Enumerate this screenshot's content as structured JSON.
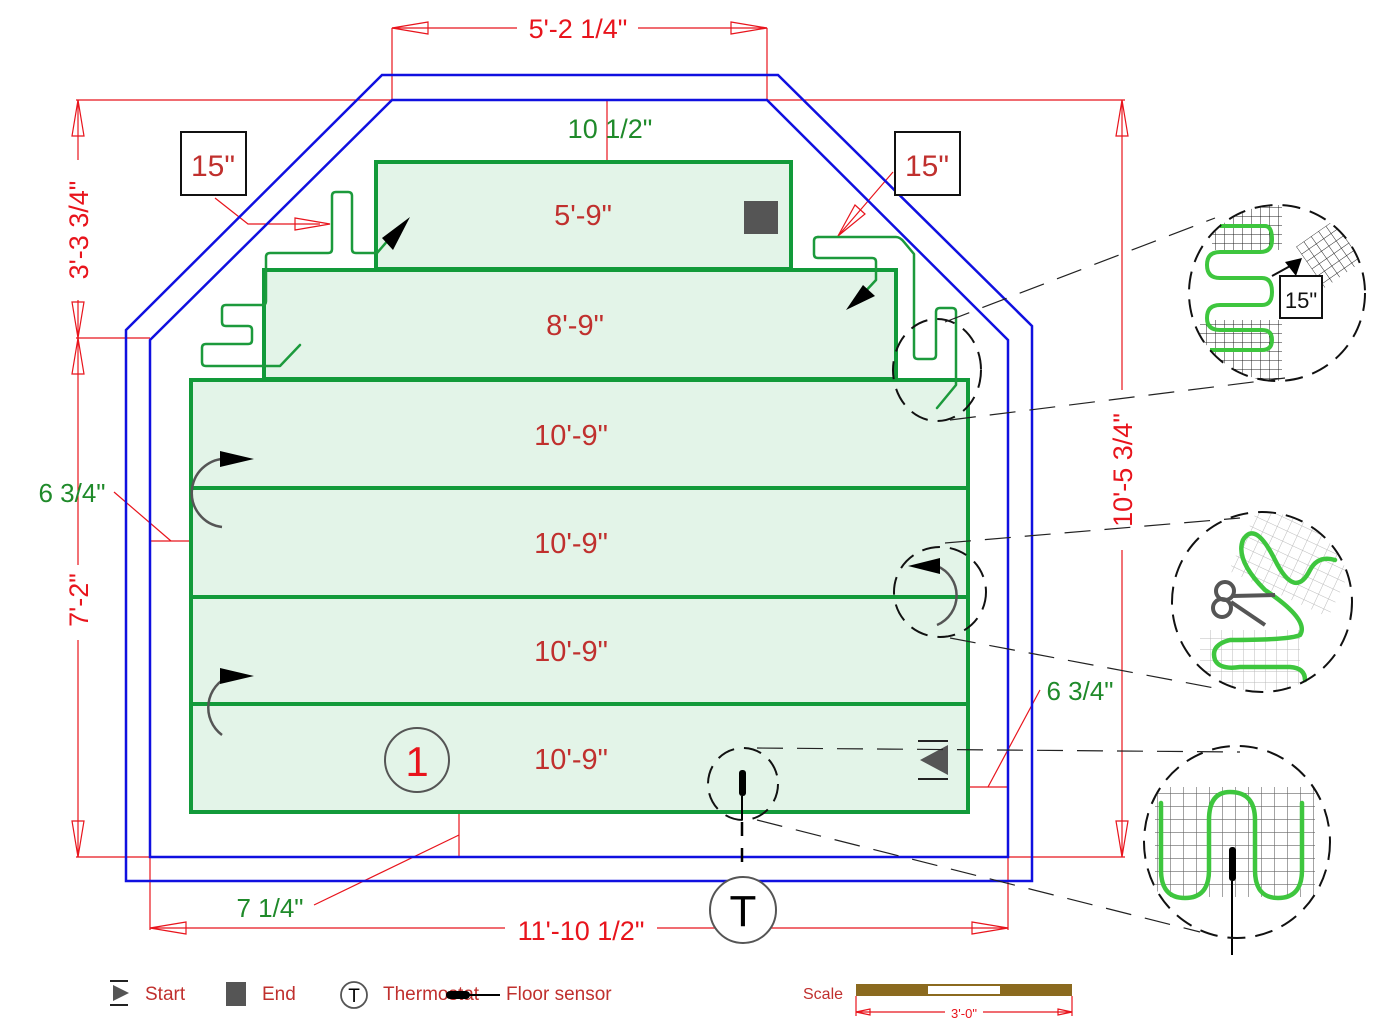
{
  "dimensions": {
    "top_width": "5'-2 1/4\"",
    "top_gap": "10 1/2\"",
    "left_upper_height": "3'-3 3/4\"",
    "left_lower_height": "7'-2\"",
    "right_total_height": "10'-5 3/4\"",
    "bottom_width": "11'-10 1/2\"",
    "left_gap": "6 3/4\"",
    "right_gap": "6 3/4\"",
    "bottom_gap": "7 1/4\""
  },
  "callouts": {
    "left_spacing": "15\"",
    "right_spacing": "15\"",
    "detail_spacing": "15\""
  },
  "runs": [
    {
      "length": "5'-9\""
    },
    {
      "length": "8'-9\""
    },
    {
      "length": "10'-9\""
    },
    {
      "length": "10'-9\""
    },
    {
      "length": "10'-9\""
    },
    {
      "length": "10'-9\""
    }
  ],
  "mat_number": "1",
  "thermostat_symbol": "T",
  "legend": {
    "items": [
      {
        "icon": "start-icon",
        "label": "Start"
      },
      {
        "icon": "end-icon",
        "label": "End"
      },
      {
        "icon": "thermostat-icon",
        "label": "Thermostat",
        "symbol": "T"
      },
      {
        "icon": "floor-sensor-icon",
        "label": "Floor sensor"
      }
    ]
  },
  "scale": {
    "label": "Scale",
    "length": "3'-0\""
  },
  "colors": {
    "dimension": "#e8141c",
    "wall": "#1010e0",
    "mat_fill": "#e3f4e8",
    "mat_border": "#129a3a",
    "run_label": "#c0302e",
    "gap_label": "#1f8a2a",
    "scale_bar": "#8b6a1f"
  }
}
